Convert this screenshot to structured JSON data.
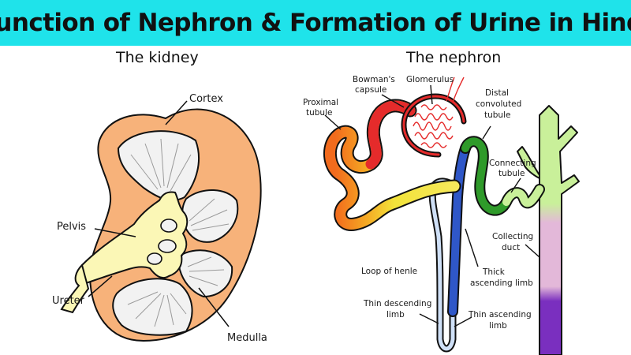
{
  "banner": {
    "title": "Function of Nephron & Formation of Urine in Hindi",
    "color": "#1fe3ea"
  },
  "kidney": {
    "heading": "The kidney",
    "labels": {
      "cortex": "Cortex",
      "pelvis": "Pelvis",
      "ureter": "Ureter",
      "medulla": "Medulla"
    },
    "colors": {
      "cortex": "#f7b27a",
      "medulla": "#f2f2f2",
      "pelvis": "#fbf7b6"
    }
  },
  "nephron": {
    "heading": "The nephron",
    "labels": {
      "bowman_1": "Bowman's",
      "bowman_2": "capsule",
      "glomerulus": "Glomerulus",
      "proximal_1": "Proximal",
      "proximal_2": "tubule",
      "distal_1": "Distal",
      "distal_2": "convoluted",
      "distal_3": "tubule",
      "connecting_1": "Connecting",
      "connecting_2": "tubule",
      "collecting_1": "Collecting",
      "collecting_2": "duct",
      "loop": "Loop of henle",
      "thick_1": "Thick",
      "thick_2": "ascending limb",
      "thin_desc_1": "Thin descending",
      "thin_desc_2": "limb",
      "thin_asc_1": "Thin ascending",
      "thin_asc_2": "limb"
    },
    "colors": {
      "red": "#e52b2b",
      "orange": "#f26b1d",
      "amber": "#f5a623",
      "yellow": "#f3e33a",
      "blue": "#2f57c8",
      "green": "#2f9a2a",
      "light_green": "#c9f09a",
      "pink": "#e3b8d9",
      "purple": "#7a2fbf"
    }
  }
}
